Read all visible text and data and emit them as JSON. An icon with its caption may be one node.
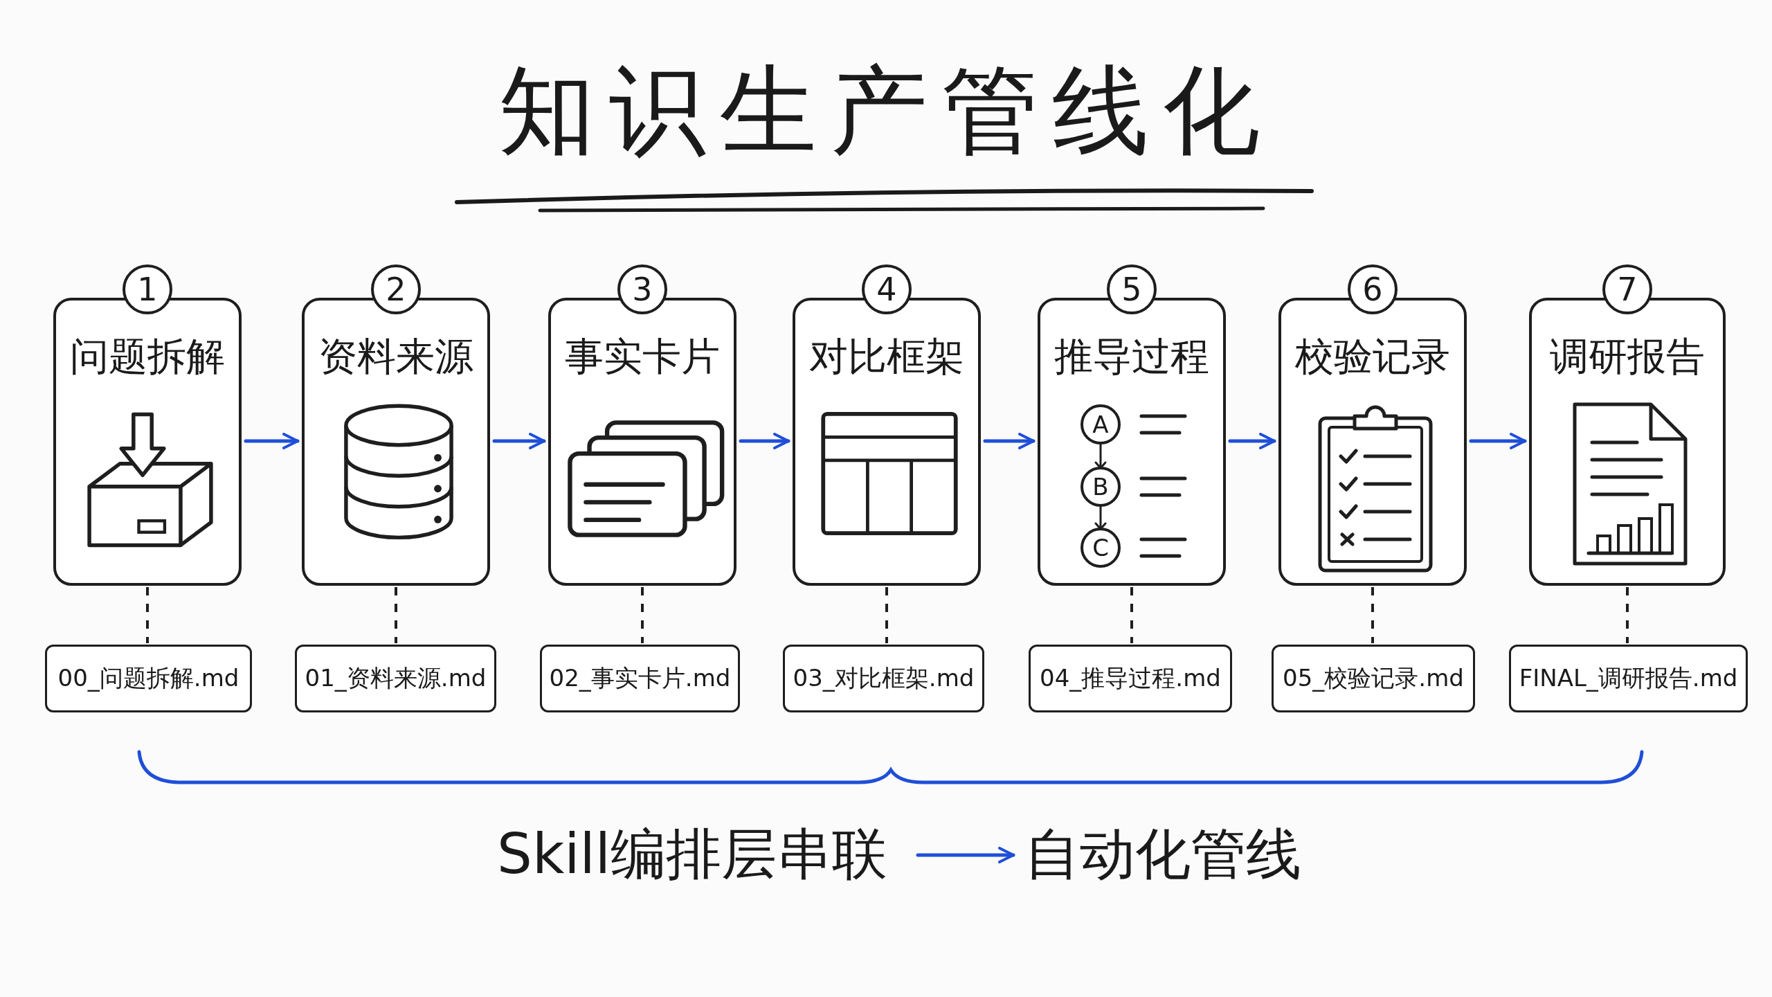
{
  "diagram": {
    "title": "知识生产管线化",
    "nodes": [
      {
        "text": [
          "1",
          "问题拆解"
        ]
      },
      {
        "text": [
          "2",
          "资料来源"
        ]
      },
      {
        "text": [
          "3",
          "事实卡片"
        ]
      },
      {
        "text": [
          "4",
          "对比框架"
        ]
      },
      {
        "text": [
          "5",
          "推导过程"
        ]
      },
      {
        "text": [
          "6",
          "校验记录"
        ]
      },
      {
        "text": [
          "7",
          "调研报告"
        ]
      },
      {
        "text": [
          "00_问题拆解.md"
        ]
      },
      {
        "text": [
          "01_资料来源.md"
        ]
      },
      {
        "text": [
          "02_事实卡片.md"
        ]
      },
      {
        "text": [
          "03_对比框架.md"
        ]
      },
      {
        "text": [
          "04_推导过程.md"
        ]
      },
      {
        "text": [
          "05_校验记录.md"
        ]
      },
      {
        "text": [
          "FINAL_调研报告.md"
        ]
      },
      {
        "text": [
          "Skill编排层串联"
        ]
      },
      {
        "text": [
          "自动化管线"
        ]
      }
    ],
    "edges": [
      {
        "from": 0,
        "to": 1,
        "arrow": "to",
        "color": "#1f4fd8"
      },
      {
        "from": 1,
        "to": 2,
        "arrow": "to",
        "color": "#1f4fd8"
      },
      {
        "from": 2,
        "to": 3,
        "arrow": "to",
        "color": "#1f4fd8"
      },
      {
        "from": 3,
        "to": 4,
        "arrow": "to",
        "color": "#1f4fd8"
      },
      {
        "from": 4,
        "to": 5,
        "arrow": "to",
        "color": "#1f4fd8"
      },
      {
        "from": 5,
        "to": 6,
        "arrow": "to",
        "color": "#1f4fd8"
      },
      {
        "from": 0,
        "to": 7,
        "arrow": "none",
        "style": "dashed",
        "color": "#1e1e1e"
      },
      {
        "from": 1,
        "to": 8,
        "arrow": "none",
        "style": "dashed",
        "color": "#1e1e1e"
      },
      {
        "from": 2,
        "to": 9,
        "arrow": "none",
        "style": "dashed",
        "color": "#1e1e1e"
      },
      {
        "from": 3,
        "to": 10,
        "arrow": "none",
        "style": "dashed",
        "color": "#1e1e1e"
      },
      {
        "from": 4,
        "to": 11,
        "arrow": "none",
        "style": "dashed",
        "color": "#1e1e1e"
      },
      {
        "from": 5,
        "to": 12,
        "arrow": "none",
        "style": "dashed",
        "color": "#1e1e1e"
      },
      {
        "from": 6,
        "to": 13,
        "arrow": "none",
        "style": "dashed",
        "color": "#1e1e1e"
      },
      {
        "from": 14,
        "to": 15,
        "arrow": "to",
        "color": "#1f4fd8"
      }
    ],
    "labels": [
      "A",
      "B",
      "C"
    ]
  }
}
